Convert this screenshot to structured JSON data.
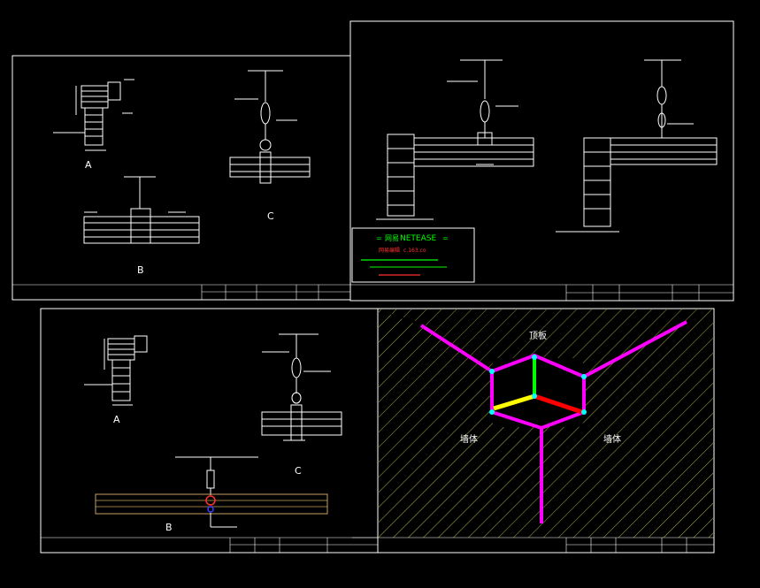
{
  "sheets": {
    "top_left": {
      "detail_labels": [
        "A",
        "B",
        "C"
      ]
    },
    "top_right": {
      "stamp": {
        "logo": "网易",
        "brand": "NETEASE",
        "line1_a": "网易",
        "line1_b": "编辑",
        "line1_c": "c.163.co"
      }
    },
    "bottom_left": {
      "detail_labels": [
        "A",
        "B",
        "C"
      ]
    },
    "bottom_right": {
      "labels": {
        "top": "顶板",
        "left": "墙体",
        "right": "墙体"
      }
    }
  },
  "colors": {
    "magenta": "#ff00ff",
    "green": "#00ff00",
    "yellow": "#ffff00",
    "red": "#ff0000",
    "cyan": "#00ffff",
    "hatch": "#ffff66",
    "stamp_green": "#00ff00",
    "stamp_red": "#ff3030"
  }
}
